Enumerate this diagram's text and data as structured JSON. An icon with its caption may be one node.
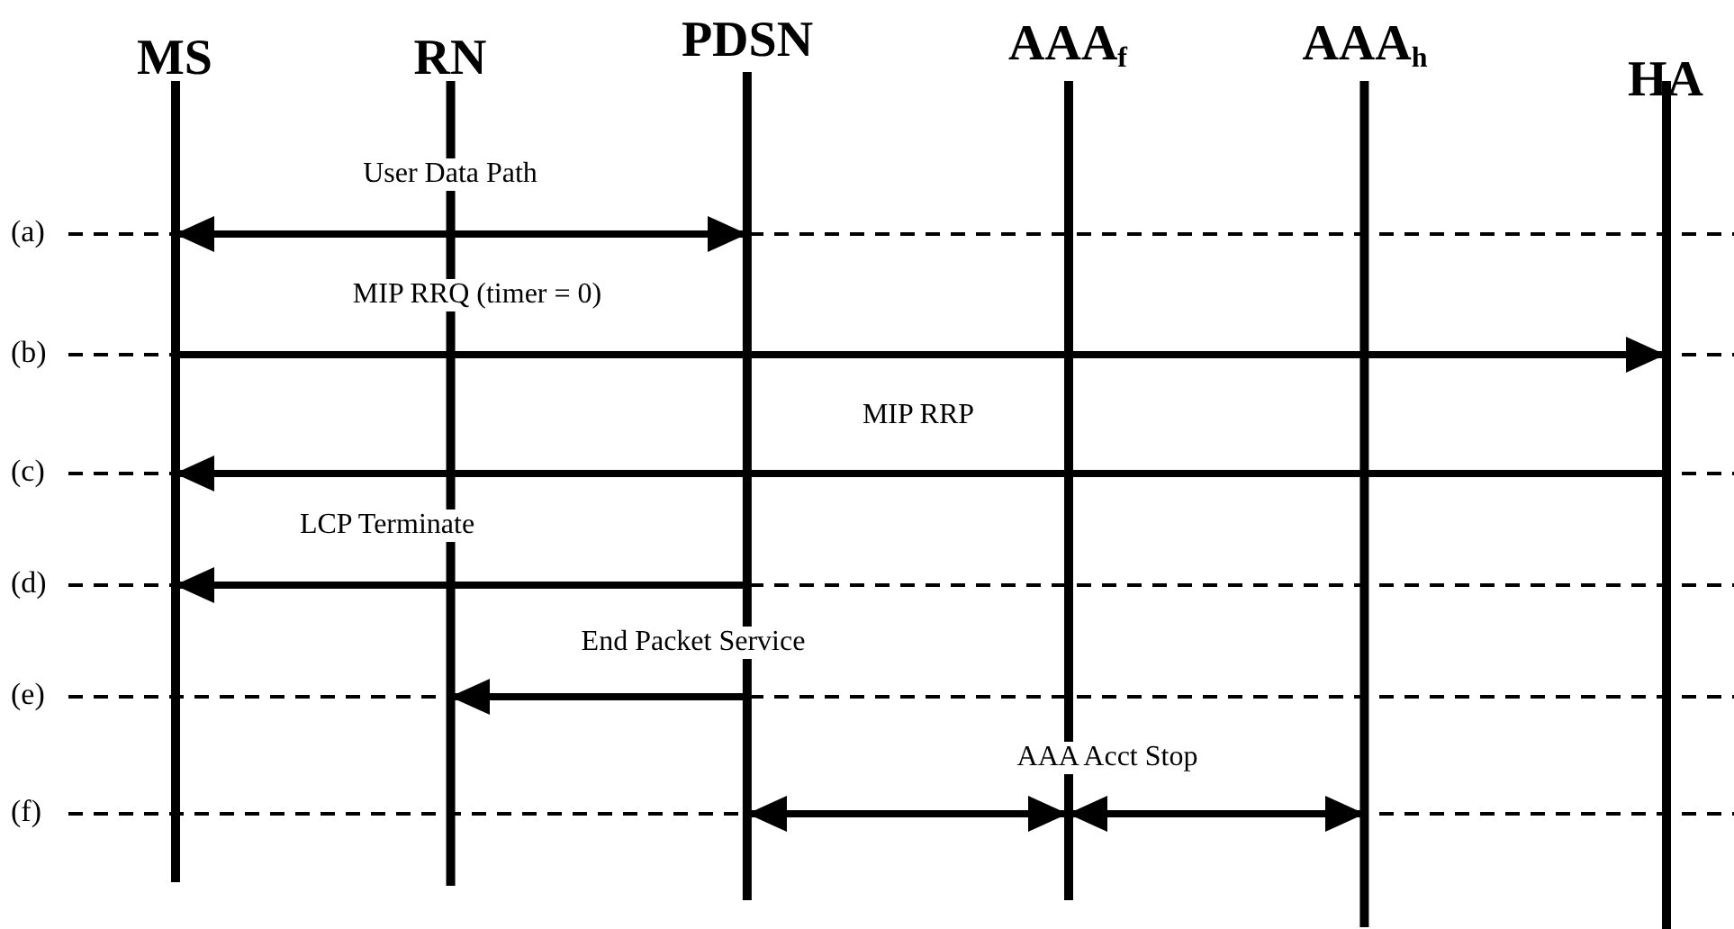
{
  "diagram": {
    "nodes": [
      {
        "text": [
          "MS"
        ]
      },
      {
        "text": [
          "RN"
        ]
      },
      {
        "text": [
          "PDSN"
        ]
      },
      {
        "text": [
          "AAA$_{f}$"
        ]
      },
      {
        "text": [
          "AAA$_{h}$"
        ]
      },
      {
        "text": [
          "HA"
        ]
      }
    ],
    "edges": [
      {
        "from": 0,
        "to": 2,
        "arrow": "both",
        "label": "User Data Path"
      },
      {
        "from": 0,
        "to": 5,
        "arrow": "to",
        "label": "MIP RRQ (timer = 0)"
      },
      {
        "from": 5,
        "to": 0,
        "arrow": "to",
        "label": "MIP RRP"
      },
      {
        "from": 2,
        "to": 0,
        "arrow": "to",
        "label": "LCP Terminate"
      },
      {
        "from": 2,
        "to": 1,
        "arrow": "to",
        "label": "End Packet Service"
      },
      {
        "from": 2,
        "to": 3,
        "arrow": "both",
        "label": "AAA Acct Stop"
      },
      {
        "from": 3,
        "to": 4,
        "arrow": "both"
      }
    ],
    "labels": [
      "(a)",
      "(b)",
      "(c)",
      "(d)",
      "(e)",
      "(f)"
    ]
  }
}
